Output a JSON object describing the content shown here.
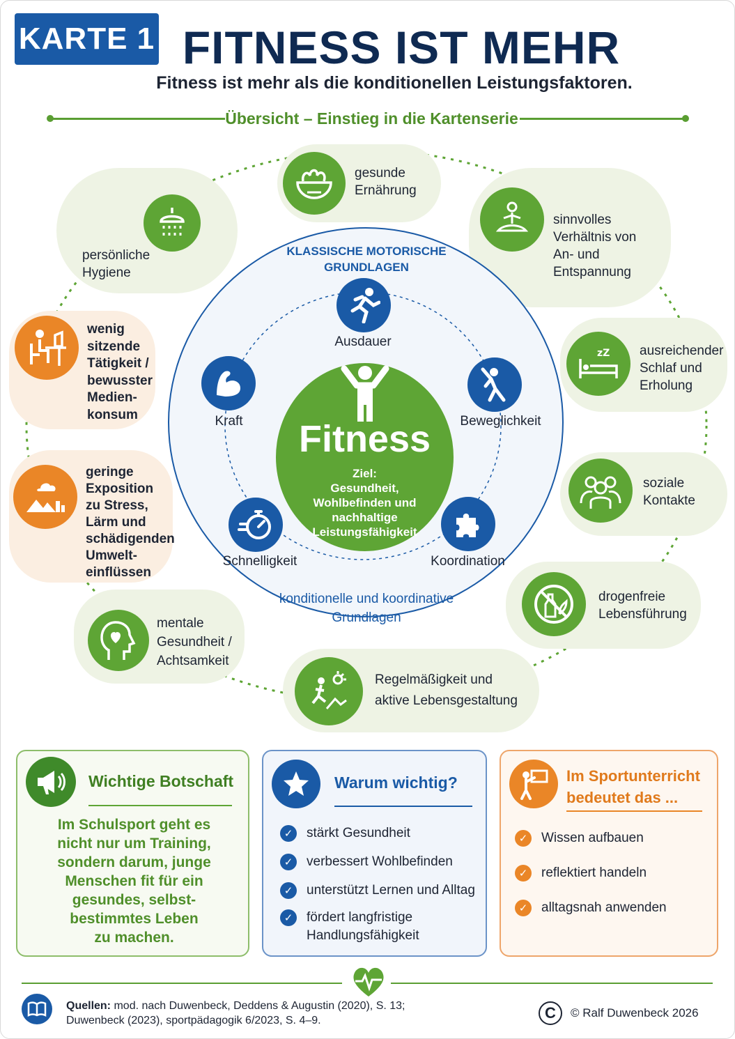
{
  "header": {
    "card_label": "KARTE 1",
    "title": "FITNESS IST MEHR",
    "subtitle": "Fitness ist mehr als die konditionellen Leistungsfaktoren.",
    "overview": "Übersicht – Einstieg in die Kartenserie"
  },
  "outer_factors": [
    {
      "label": "gesunde\nErnährung",
      "icon": "salad-bowl-icon",
      "color": "green"
    },
    {
      "label": "sinnvolles\nVerhältnis von\nAn- und\nEntspannung",
      "icon": "meditation-icon",
      "color": "green"
    },
    {
      "label": "ausreichender\nSchlaf und\nErholung",
      "icon": "bed-sleep-icon",
      "color": "green"
    },
    {
      "label": "soziale\nKontakte",
      "icon": "people-group-icon",
      "color": "green"
    },
    {
      "label": "drogenfreie\nLebensführung",
      "icon": "no-drugs-icon",
      "color": "green"
    },
    {
      "label": "Regelmäßigkeit und\naktive Lebensgestaltung",
      "icon": "hiking-sun-icon",
      "color": "green"
    },
    {
      "label": "mentale\nGesundheit /\nAchtsamkeit",
      "icon": "head-heart-icon",
      "color": "green"
    },
    {
      "label": "geringe\nExposition\nzu Stress,\nLärm und\nschädigenden\nUmwelt-\neinflüssen",
      "icon": "environment-icon",
      "color": "orange"
    },
    {
      "label": "wenig\nsitzende\nTätigkeit /\nbewusster\nMedien-\nkonsum",
      "icon": "desk-computer-icon",
      "color": "orange"
    },
    {
      "label": "persönliche\nHygiene",
      "icon": "shower-icon",
      "color": "green"
    }
  ],
  "inner": {
    "heading": "KLASSISCHE MOTORISCHE\nGRUNDLAGEN",
    "bottom": "konditionelle und koordinative\nGrundlagen",
    "motor": [
      {
        "label": "Ausdauer",
        "icon": "runner-icon"
      },
      {
        "label": "Beweglichkeit",
        "icon": "stretch-icon"
      },
      {
        "label": "Koordination",
        "icon": "puzzle-icon"
      },
      {
        "label": "Schnelligkeit",
        "icon": "stopwatch-icon"
      },
      {
        "label": "Kraft",
        "icon": "biceps-icon"
      }
    ],
    "center_word": "Fitness",
    "center_goal": "Ziel:\nGesundheit,\nWohlbefinden und\nnachhaltige\nLeistungsfähigkeit"
  },
  "boxes": {
    "message": {
      "title": "Wichtige Botschaft",
      "text": "Im Schulsport geht es\nnicht nur um Training,\nsondern darum, junge\nMenschen fit für ein\ngesundes, selbst-\nbestimmtes Leben\nzu machen."
    },
    "why": {
      "title": "Warum wichtig?",
      "items": [
        "stärkt Gesundheit",
        "verbessert Wohlbefinden",
        "unterstützt Lernen und Alltag",
        "fördert langfristige\nHandlungsfähigkeit"
      ]
    },
    "class": {
      "title": "Im Sportunterricht\nbedeutet das ...",
      "items": [
        "Wissen aufbauen",
        "reflektiert handeln",
        "alltagsnah anwenden"
      ]
    }
  },
  "footer": {
    "sources_label": "Quellen:",
    "sources_text": " mod. nach Duwenbeck, Deddens & Augustin (2020), S. 13;",
    "sources_text2": "Duwenbeck (2023), sportpädagogik 6/2023, S. 4–9.",
    "copyright_symbol": "C",
    "copyright": "© Ralf Duwenbeck 2026"
  },
  "colors": {
    "brand_blue": "#1a5aa6",
    "green": "#5ea535",
    "orange": "#ea8627",
    "navy": "#0f2a52"
  }
}
